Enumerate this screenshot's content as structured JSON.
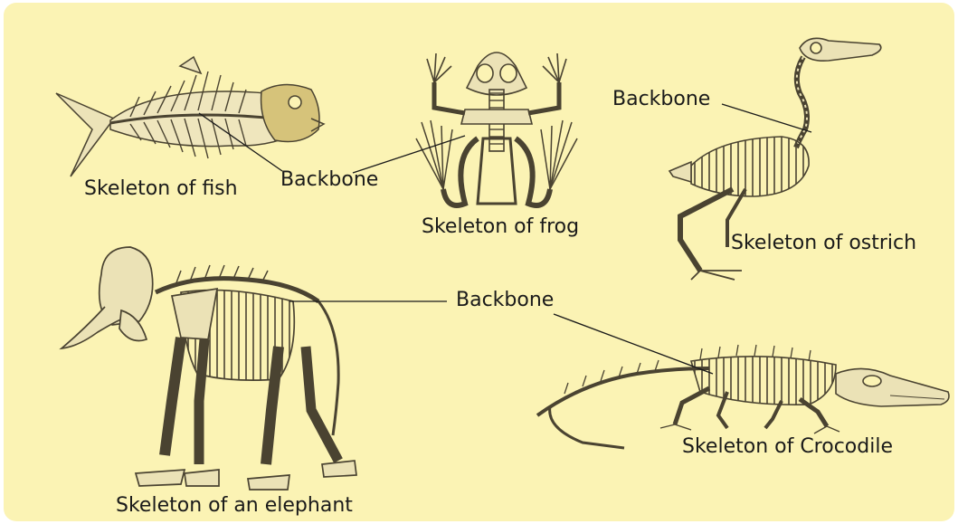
{
  "labels": {
    "fish": "Skeleton of fish",
    "frog": "Skeleton of frog",
    "ostrich": "Skeleton of ostrich",
    "elephant": "Skeleton of an elephant",
    "crocodile": "Skeleton of Crocodile",
    "backbone_fish_frog": "Backbone",
    "backbone_ostrich": "Backbone",
    "backbone_elephant_crocodile": "Backbone"
  },
  "colors": {
    "background": "#fbf3b4",
    "bone_fill": "#e9dfae",
    "bone_stroke": "#4a4331",
    "fish_skull": "#d6c37a",
    "leader_line": "#1a1a1a"
  }
}
